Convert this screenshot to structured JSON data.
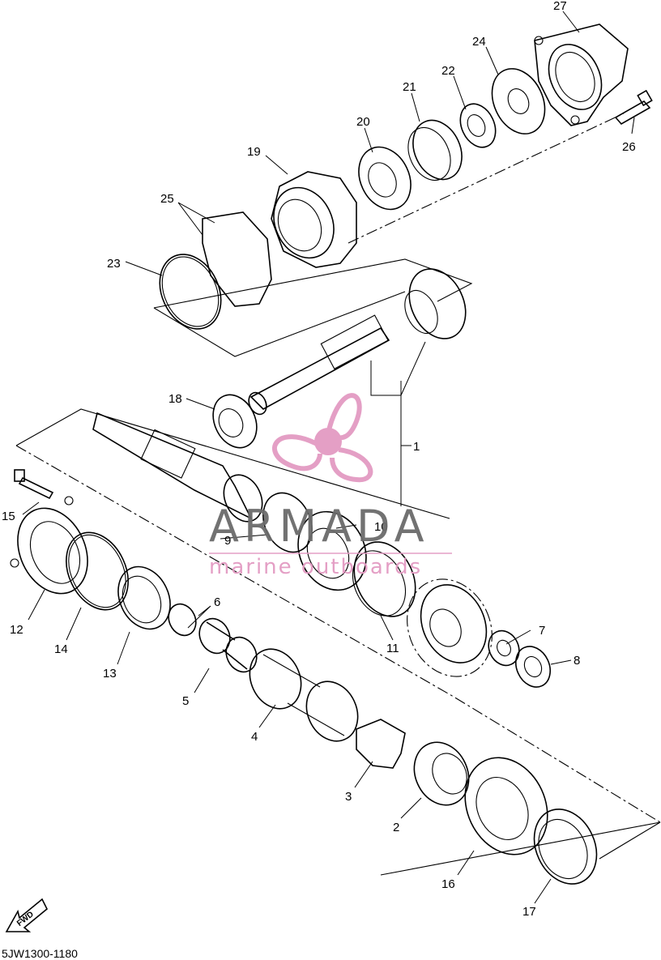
{
  "diagram": {
    "callouts": [
      {
        "id": "1",
        "label": "1"
      },
      {
        "id": "2",
        "label": "2"
      },
      {
        "id": "3",
        "label": "3"
      },
      {
        "id": "4",
        "label": "4"
      },
      {
        "id": "5",
        "label": "5"
      },
      {
        "id": "6",
        "label": "6"
      },
      {
        "id": "7",
        "label": "7"
      },
      {
        "id": "8",
        "label": "8"
      },
      {
        "id": "9",
        "label": "9"
      },
      {
        "id": "10",
        "label": "10"
      },
      {
        "id": "11",
        "label": "11"
      },
      {
        "id": "12",
        "label": "12"
      },
      {
        "id": "13",
        "label": "13"
      },
      {
        "id": "14",
        "label": "14"
      },
      {
        "id": "15",
        "label": "15"
      },
      {
        "id": "16",
        "label": "16"
      },
      {
        "id": "17",
        "label": "17"
      },
      {
        "id": "18",
        "label": "18"
      },
      {
        "id": "19",
        "label": "19"
      },
      {
        "id": "20",
        "label": "20"
      },
      {
        "id": "21",
        "label": "21"
      },
      {
        "id": "22",
        "label": "22"
      },
      {
        "id": "23",
        "label": "23"
      },
      {
        "id": "24",
        "label": "24"
      },
      {
        "id": "25",
        "label": "25"
      },
      {
        "id": "26",
        "label": "26"
      },
      {
        "id": "27",
        "label": "27"
      }
    ],
    "fwd_label": "FWD",
    "drawing_code": "5JW1300-1180"
  },
  "watermark": {
    "brand": "ARMADA",
    "tagline": "marine outboards",
    "colors": {
      "text": "#6b6b6b",
      "accent": "#e39ac2"
    }
  }
}
